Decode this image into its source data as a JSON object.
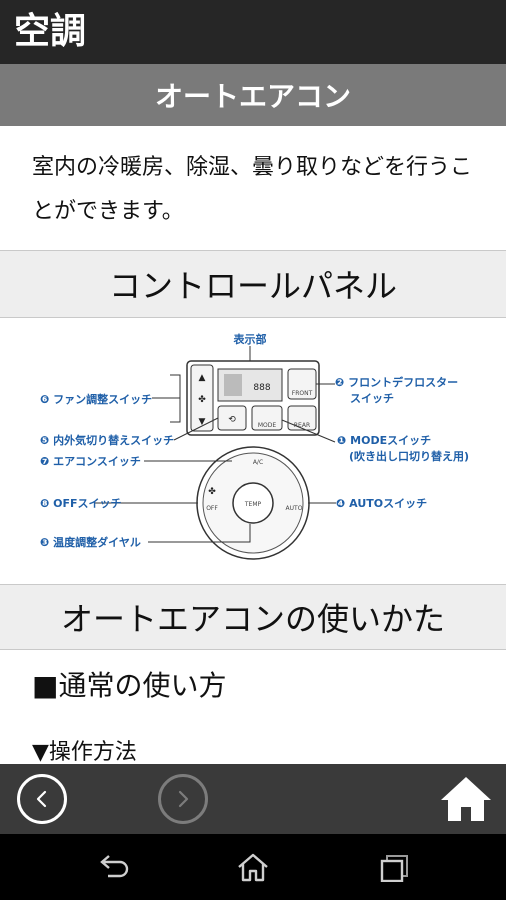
{
  "header": {
    "title": "空調"
  },
  "section": {
    "title": "オートエアコン"
  },
  "intro": {
    "text": "室内の冷暖房、除湿、曇り取りなどを行うことができます。"
  },
  "control_panel": {
    "title": "コントロールパネル",
    "labels": {
      "display": "表示部",
      "fan": "❻ ファン調整スイッチ",
      "recirc": "❺ 内外気切り替えスイッチ",
      "ac": "❼ エアコンスイッチ",
      "off": "❽ OFFスイッチ",
      "temp": "❸ 温度調整ダイヤル",
      "front_defrost_1": "❷ フロントデフロスター",
      "front_defrost_2": "スイッチ",
      "mode_1": "❶ MODEスイッチ",
      "mode_2": "(吹き出し口切り替え用)",
      "auto": "❹ AUTOスイッチ"
    },
    "panel_text": {
      "display_digits": "888",
      "front": "FRONT",
      "rear": "REAR",
      "mode": "MODE",
      "ac": "A/C",
      "off": "OFF",
      "temp": "TEMP",
      "auto": "AUTO"
    }
  },
  "howto": {
    "title": "オートエアコンの使いかた",
    "subheading": "■通常の使い方",
    "subheading2": "▼操作方法"
  },
  "nav": {
    "back_icon": "chevron-left-icon",
    "forward_icon": "chevron-right-icon",
    "home_icon": "home-icon"
  },
  "system": {
    "back_icon": "system-back-icon",
    "home_icon": "system-home-icon",
    "recent_icon": "system-recent-apps-icon"
  }
}
